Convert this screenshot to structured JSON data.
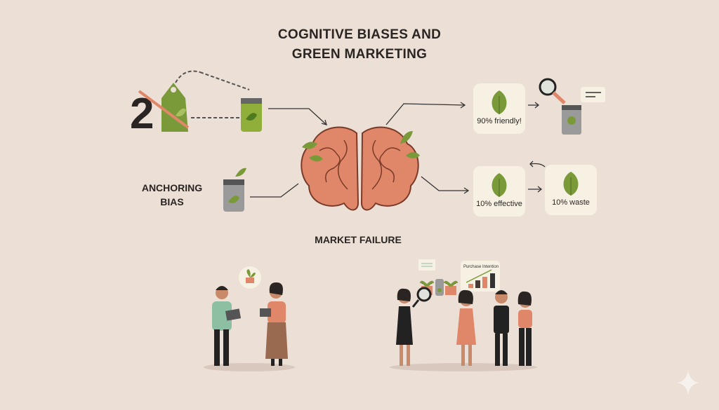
{
  "title_line1": "COGNITIVE BIASES AND",
  "title_line2": "GREEN MARKETING",
  "anchoring_label": "ANCHORING BIAS",
  "market_failure_label": "MARKET FAILURE",
  "anchor_price_digit": "2",
  "cards": [
    {
      "text": "90% friendly!"
    },
    {
      "text": "10% effective"
    },
    {
      "text": "10% waste"
    }
  ],
  "purchase_chart_title": "Purchase Intention",
  "colors": {
    "background": "#ecdfd6",
    "leaf": "#7a9a3a",
    "brain": "#e0876a",
    "card": "#f7f1e4"
  }
}
